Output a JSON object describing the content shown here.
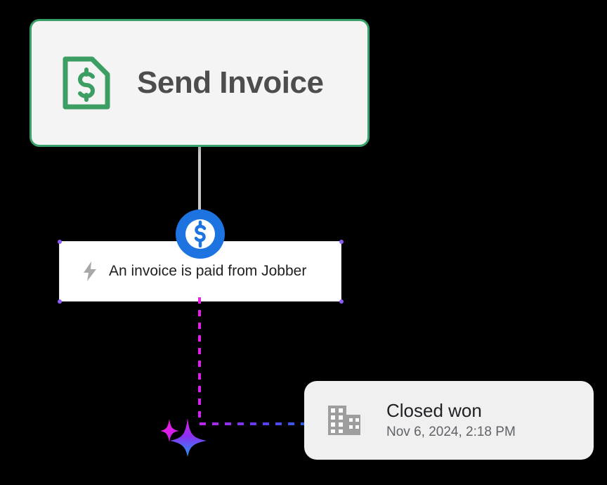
{
  "colors": {
    "green_accent": "#38a169",
    "blue_accent": "#1a73e8",
    "card_gray": "#f4f4f4",
    "text_dark": "#4d4d4d",
    "text_body": "#1f1f1f",
    "text_muted": "#5f6368",
    "connector_gray": "#c9c9c9",
    "dash_magenta": "#e320e3",
    "dash_blue": "#1a73e8",
    "handle_purple": "#8b5cf6",
    "icon_gray": "#9e9e9e",
    "background": "#000000"
  },
  "action_card": {
    "title": "Send Invoice",
    "icon": "invoice-document-dollar-icon"
  },
  "coin_badge": {
    "icon": "dollar-coin-icon"
  },
  "trigger_card": {
    "label": "An invoice is paid from Jobber",
    "icon": "lightning-bolt-icon"
  },
  "sparkle": {
    "icon": "ai-sparkle-icon"
  },
  "result_card": {
    "title": "Closed won",
    "timestamp": "Nov 6, 2024, 2:18 PM",
    "icon": "office-building-icon"
  }
}
